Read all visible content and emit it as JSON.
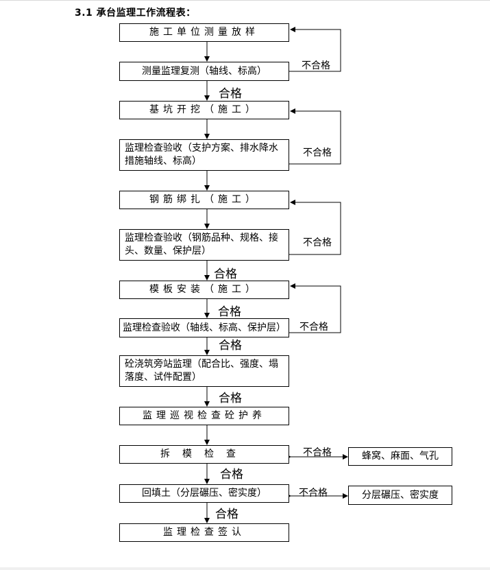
{
  "title": "3.1 承台监理工作流程表：",
  "steps": [
    "施工单位测量放样",
    "测量监理复测（轴线、标高）",
    "基坑开挖（施工）",
    "监理检查验收（支护方案、排水降水措施轴线、标高）",
    "钢筋绑扎（施工）",
    "监理检查验收（钢筋品种、规格、接头、数量、保护层）",
    "模板安装（施工）",
    "监理检查验收（轴线、标高、保护层）",
    "砼浇筑旁站监理（配合比、强度、塌落度、试件配置）",
    "监理巡视检查砼护养",
    "拆模检查",
    "回填土（分层碾压、密实度）",
    "监理检查签认"
  ],
  "step_lines": {
    "s4": [
      "监理检查验收（支护方案、排水降水",
      "措施轴线、标高）"
    ],
    "s6": [
      "监理检查验收（钢筋品种、规格、接",
      "头、数量、保护层）"
    ],
    "s9": [
      "砼浇筑旁站监理（配合比、强度、塌",
      "落度、试件配置）"
    ]
  },
  "side_boxes": [
    "蜂窝、麻面、气孔",
    "分层碾压、密实度"
  ],
  "labels": {
    "pass": "合格",
    "fail": "不合格"
  }
}
